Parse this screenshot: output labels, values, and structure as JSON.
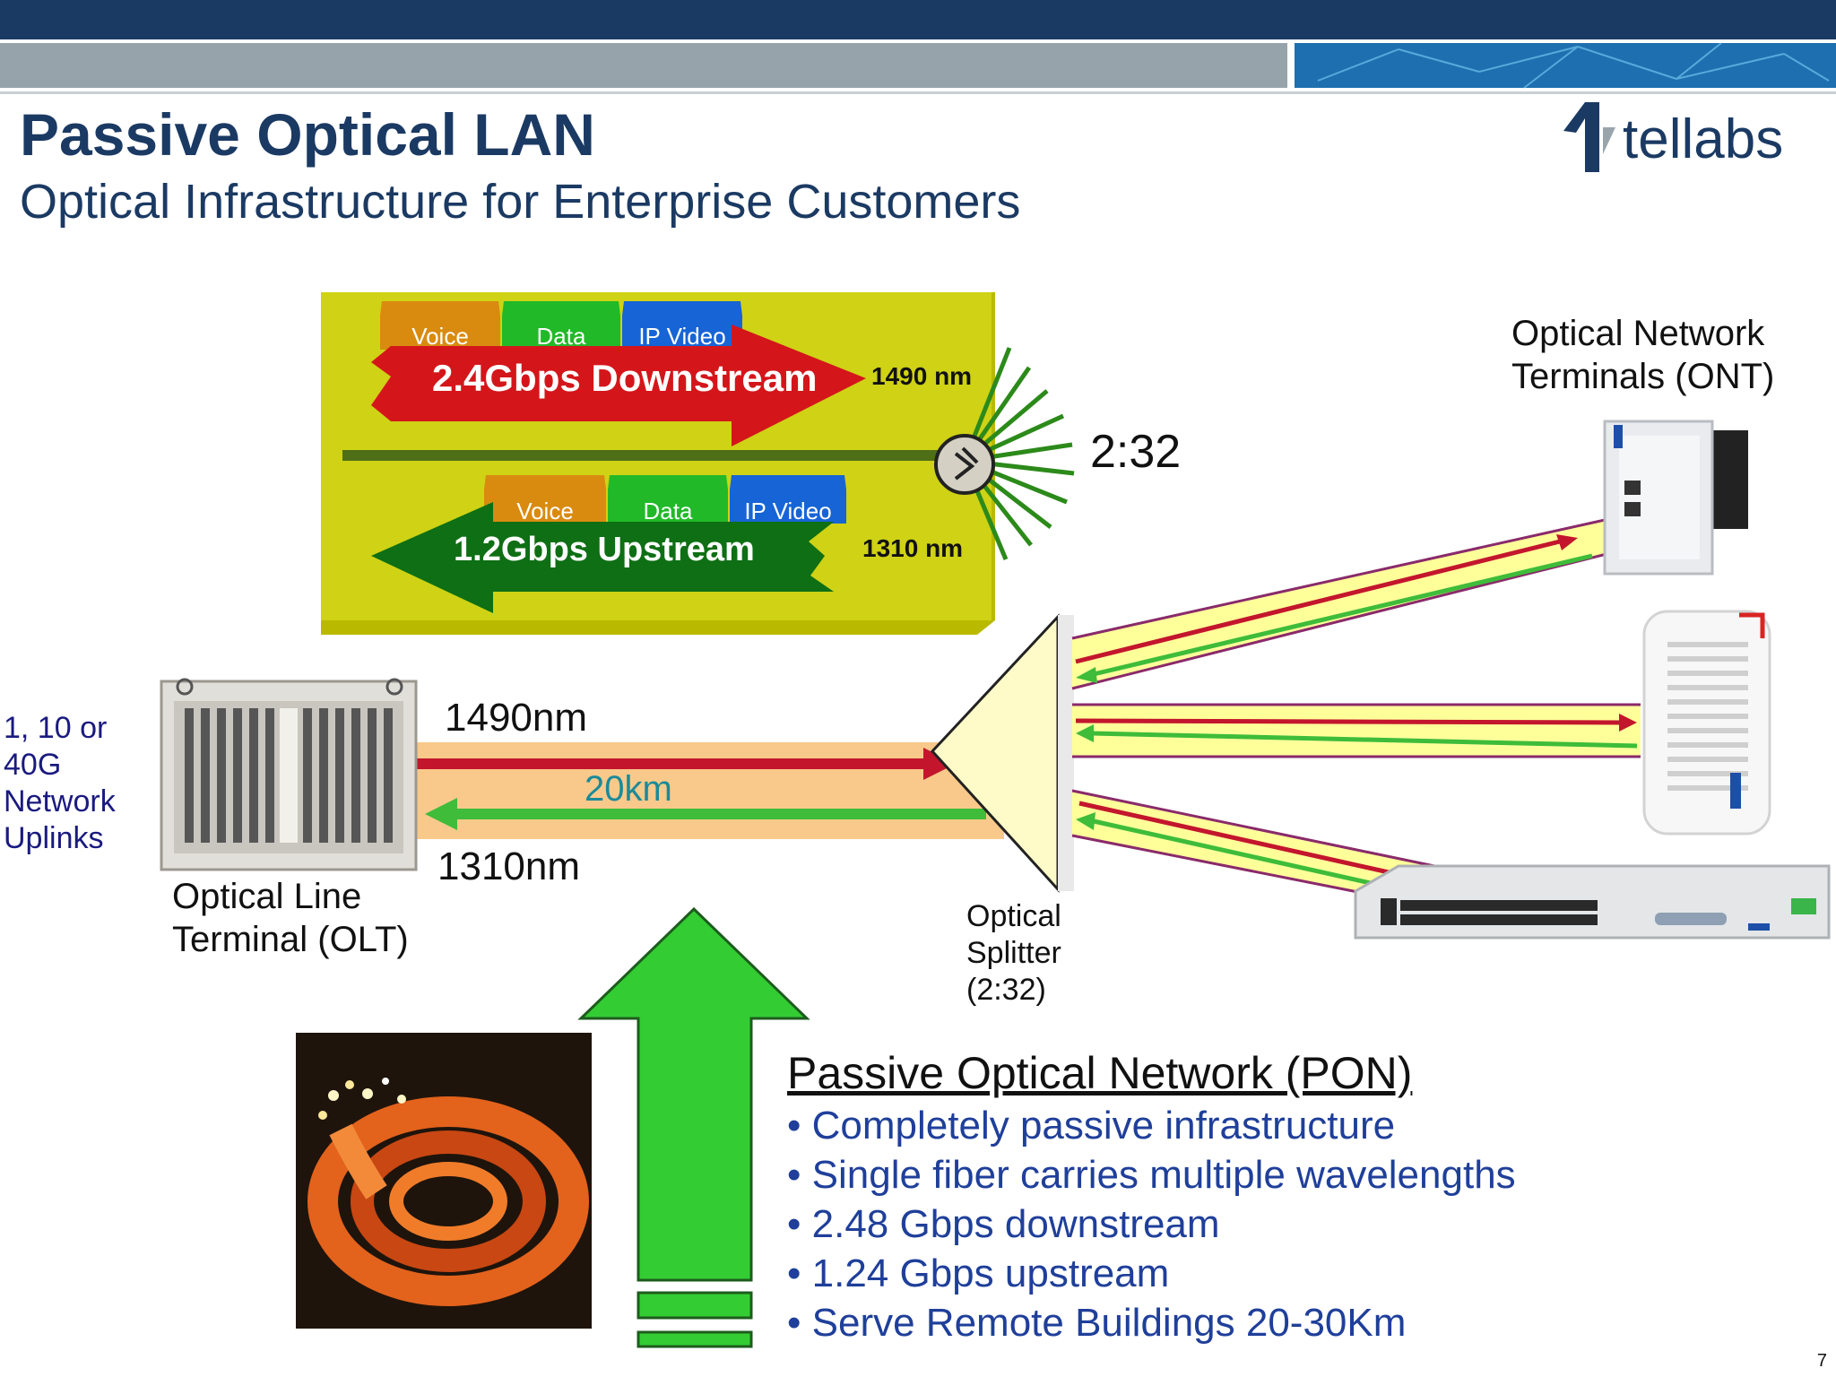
{
  "header": {
    "title": "Passive Optical LAN",
    "subtitle": "Optical Infrastructure for Enterprise Customers",
    "logo_text": "tellabs",
    "colors": {
      "top_bar": "#1b3a63",
      "grey_bar": "#97a3ab",
      "title": "#1b3a63",
      "accent_blue": "#1f3f9a"
    }
  },
  "wavelength_box": {
    "downstream": {
      "channels": [
        "Voice",
        "Data",
        "IP Video"
      ],
      "label": "2.4Gbps Downstream",
      "wavelength": "1490 nm"
    },
    "upstream": {
      "channels": [
        "Voice",
        "Data",
        "IP Video"
      ],
      "label": "1.2Gbps Upstream",
      "wavelength": "1310 nm"
    },
    "split_ratio": "2:32"
  },
  "diagram": {
    "uplinks_label": [
      "1, 10 or",
      "40G",
      "Network",
      "Uplinks"
    ],
    "olt_label": [
      "Optical Line",
      "Terminal (OLT)"
    ],
    "ont_label": [
      "Optical Network",
      "Terminals (ONT)"
    ],
    "splitter_label": [
      "Optical",
      "Splitter",
      "(2:32)"
    ],
    "fiber_down": "1490nm",
    "fiber_distance": "20km",
    "fiber_up": "1310nm"
  },
  "pon": {
    "title": "Passive Optical Network (PON)",
    "bullets": [
      "• Completely passive infrastructure",
      "• Single fiber carries multiple wavelengths",
      "• 2.48 Gbps downstream",
      "• 1.24 Gbps upstream",
      "• Serve Remote Buildings 20-30Km"
    ]
  },
  "page_number": "7"
}
